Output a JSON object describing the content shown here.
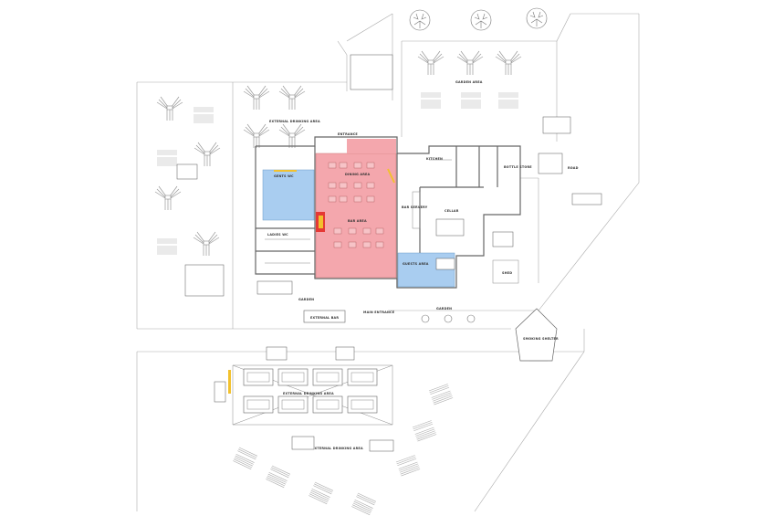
{
  "labels": {
    "entrance": "ENTRANCE",
    "kitchen": "KITCHEN",
    "bottle_store": "BOTTLE STORE",
    "dining_area": "DINING AREA",
    "bar_area": "BAR AREA",
    "gents_wc": "GENTS WC",
    "ladies_wc": "LADIES WC",
    "bar_servery": "BAR SERVERY",
    "cellar": "CELLAR",
    "guests_area": "GUESTS AREA",
    "garden_top": "GARDEN AREA",
    "external_drinking_area_top": "EXTERNAL DRINKING AREA",
    "external_drinking_area_mid": "EXTERNAL DRINKING AREA",
    "external_drinking_area_bottom": "EXTERNAL DRINKING AREA",
    "external_bar": "EXTERNAL BAR",
    "main_entrance": "MAIN ENTRANCE",
    "garden_left": "GARDEN",
    "garden_right": "GARDEN",
    "smoking_shelter": "SMOKING SHELTER",
    "shed": "SHED",
    "road": "ROAD"
  },
  "colors": {
    "bar_zone": "#f4a7ad",
    "wc_zone": "#a9cdf0",
    "fire": "#e53935",
    "accent_yellow": "#f2c12e",
    "line": "#9a9a9a",
    "wall": "#666666"
  }
}
